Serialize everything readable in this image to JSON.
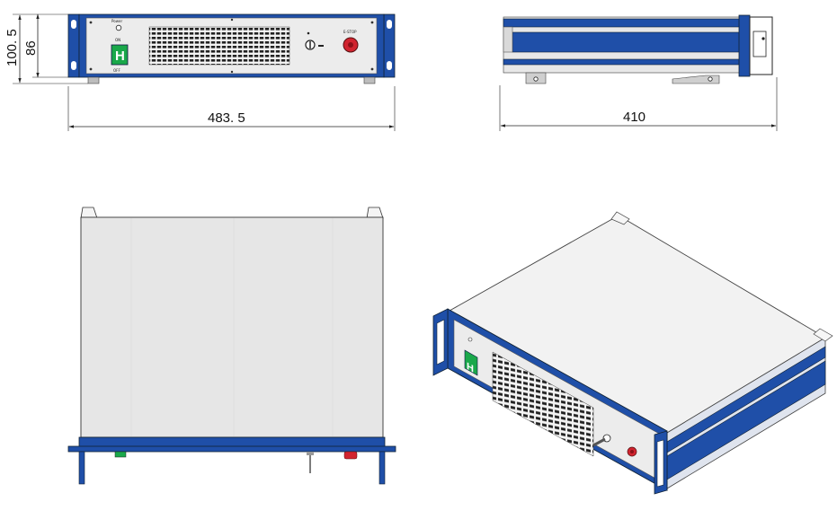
{
  "dimensions": {
    "front_width": "483. 5",
    "front_overall_height": "100. 5",
    "front_body_height": "86",
    "side_depth": "410"
  },
  "panel_labels": {
    "display_char": "H",
    "power_label": "Power",
    "off_label": "OFF",
    "on_label": "ON",
    "emergency_label": "E-STOP"
  },
  "colors": {
    "frame_blue": "#1f4fa8",
    "panel_light": "#e9e9e9",
    "display_green": "#1aa84a",
    "estop_red": "#d1242f"
  }
}
